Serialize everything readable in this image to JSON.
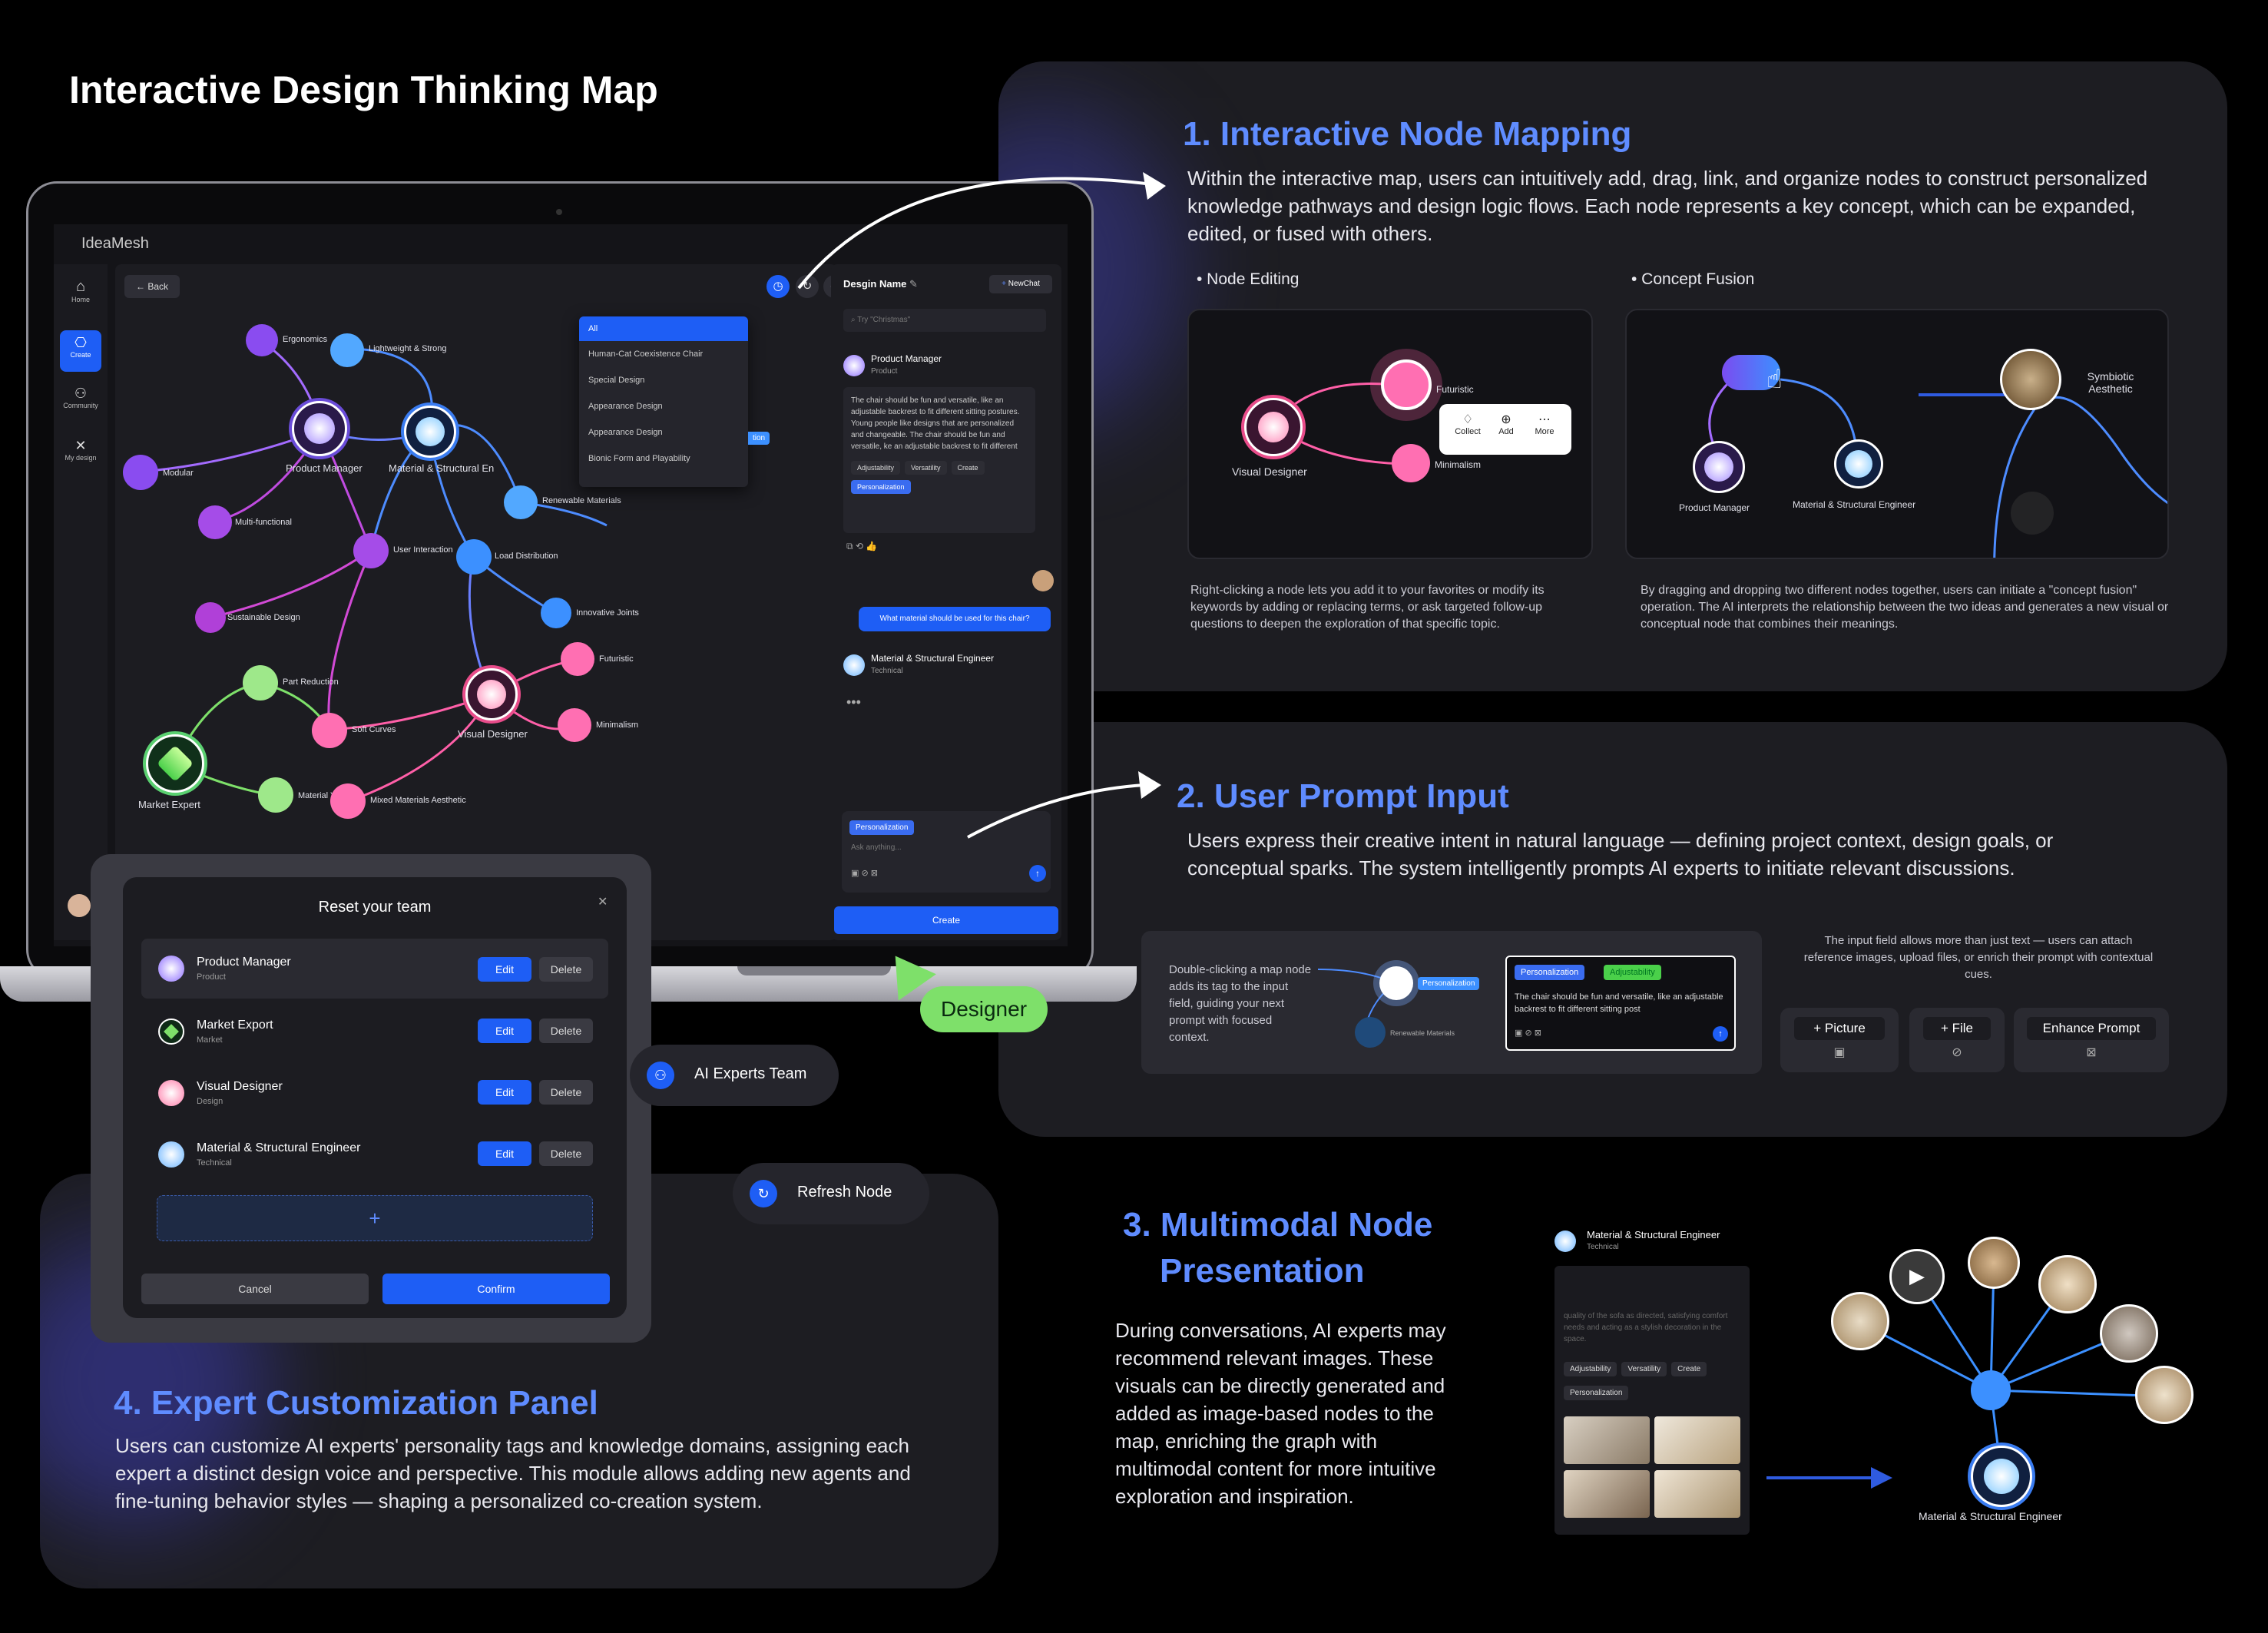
{
  "page_title": "Interactive Design Thinking Map",
  "app": {
    "name": "IdeaMesh",
    "sidebar": [
      {
        "label": "Home",
        "icon": "home-icon"
      },
      {
        "label": "Create",
        "icon": "create-icon"
      },
      {
        "label": "Community",
        "icon": "community-icon"
      },
      {
        "label": "My design",
        "icon": "my-design-icon"
      }
    ],
    "back_label": "Back",
    "dropdown": [
      "All",
      "Human-Cat Coexistence Chair",
      "Special Design",
      "Appearance Design",
      "Appearance Design",
      "Bionic Form and Playability"
    ],
    "map_nodes": [
      "Ergonomics",
      "Lightweight & Strong",
      "Product Manager",
      "Material & Structural En",
      "Modular",
      "Multi-functional",
      "User Interaction",
      "Load Distribution",
      "Renewable Materials",
      "Innovative Joints",
      "Sustainable Design",
      "Futuristic",
      "Part Reduction",
      "Visual Designer",
      "Soft Curves",
      "Minimalism",
      "Market Expert",
      "Material Yield",
      "Mixed Materials Aesthetic",
      "tion"
    ],
    "chat": {
      "title": "Desgin Name",
      "new_chat": "NewChat",
      "search_placeholder": "Try \"Christmas\"",
      "pm_name": "Product Manager",
      "pm_role": "Product",
      "pm_message": "The chair should be fun and versatile, like an adjustable backrest to fit different sitting postures. Young people like designs that are personalized and changeable. The chair should be fun and versatile, ke an adjustable backrest to fit different",
      "tags": [
        "Adjustability",
        "Versatility",
        "Create"
      ],
      "tag_active": "Personalization",
      "user_message": "What material should be used for this chair?",
      "mse_name": "Material & Structural Engineer",
      "mse_role": "Technical",
      "input_tag": "Personalization",
      "input_placeholder": "Ask anything...",
      "create_label": "Create"
    },
    "reset_team": {
      "title": "Reset your team",
      "experts": [
        {
          "name": "Product Manager",
          "role": "Product"
        },
        {
          "name": "Market Export",
          "role": "Market"
        },
        {
          "name": "Visual Designer",
          "role": "Design"
        },
        {
          "name": "Material & Structural Engineer",
          "role": "Technical"
        }
      ],
      "edit_label": "Edit",
      "delete_label": "Delete",
      "add_symbol": "+",
      "cancel_label": "Cancel",
      "confirm_label": "Confirm"
    }
  },
  "floating": {
    "designer": "Designer",
    "ai_experts": "AI Experts Team",
    "refresh": "Refresh Node"
  },
  "section1": {
    "title": "1. Interactive Node Mapping",
    "body": "Within the interactive map, users can intuitively add, drag, link, and organize nodes to construct personalized knowledge pathways and design logic flows. Each node represents a key concept, which can be expanded, edited, or fused with others.",
    "left_heading": "• Node Editing",
    "right_heading": "• Concept Fusion",
    "edit_nodes": {
      "visual": "Visual Designer",
      "futuristic": "Futuristic",
      "minimalism": "Minimalism"
    },
    "menu": [
      "Collect",
      "Add",
      "More"
    ],
    "fusion_nodes": {
      "pm": "Product Manager",
      "mse": "Material & Structural Engineer",
      "result": "Symbiotic Aesthetic"
    },
    "left_caption": "Right-clicking a node lets you add it to your favorites or modify its keywords by adding or replacing terms, or ask targeted follow-up questions to deepen the exploration of that specific topic.",
    "right_caption": "By dragging and dropping two different nodes together, users can initiate a \"concept fusion\" operation. The AI interprets the relationship between the two ideas and generates a new visual or conceptual node that combines their meanings."
  },
  "section2": {
    "title": "2. User Prompt Input",
    "body": "Users express their creative intent in natural language — defining project context, design goals, or conceptual sparks. The system intelligently prompts AI experts to initiate relevant discussions.",
    "left_caption": "Double-clicking a map node adds its tag to the input field, guiding your next prompt with focused context.",
    "node_tag": "Personalization",
    "node_renewable": "Renewable Materials",
    "input_tags": [
      "Personalization",
      "Adjustability"
    ],
    "input_text": "The chair should be fun and versatile, like an adjustable backrest to fit different sitting post",
    "right_caption": "The input field allows more than just text — users can attach reference images, upload files, or enrich their prompt with contextual cues.",
    "buttons": [
      "+ Picture",
      "+ File",
      "Enhance Prompt"
    ]
  },
  "section3": {
    "title_line1": "3. Multimodal Node",
    "title_line2": "Presentation",
    "body": "During conversations, AI experts may recommend relevant images. These visuals can be directly generated and added as image-based nodes to the map, enriching the graph with multimodal content for more intuitive exploration and inspiration.",
    "card_name": "Material & Structural Engineer",
    "card_role": "Technical",
    "card_text": "quality of the sofa as directed, satisfying comfort needs and acting as a stylish decoration in the space.",
    "card_tags": [
      "Adjustability",
      "Versatility",
      "Create"
    ],
    "card_tag2": "Personalization",
    "graph_label": "Material & Structural Engineer"
  },
  "section4": {
    "title": "4. Expert Customization Panel",
    "body": "Users can customize AI experts' personality tags and knowledge domains, assigning each expert a distinct design voice and perspective. This module allows adding new agents and fine-tuning behavior styles — shaping a personalized co-creation system."
  }
}
